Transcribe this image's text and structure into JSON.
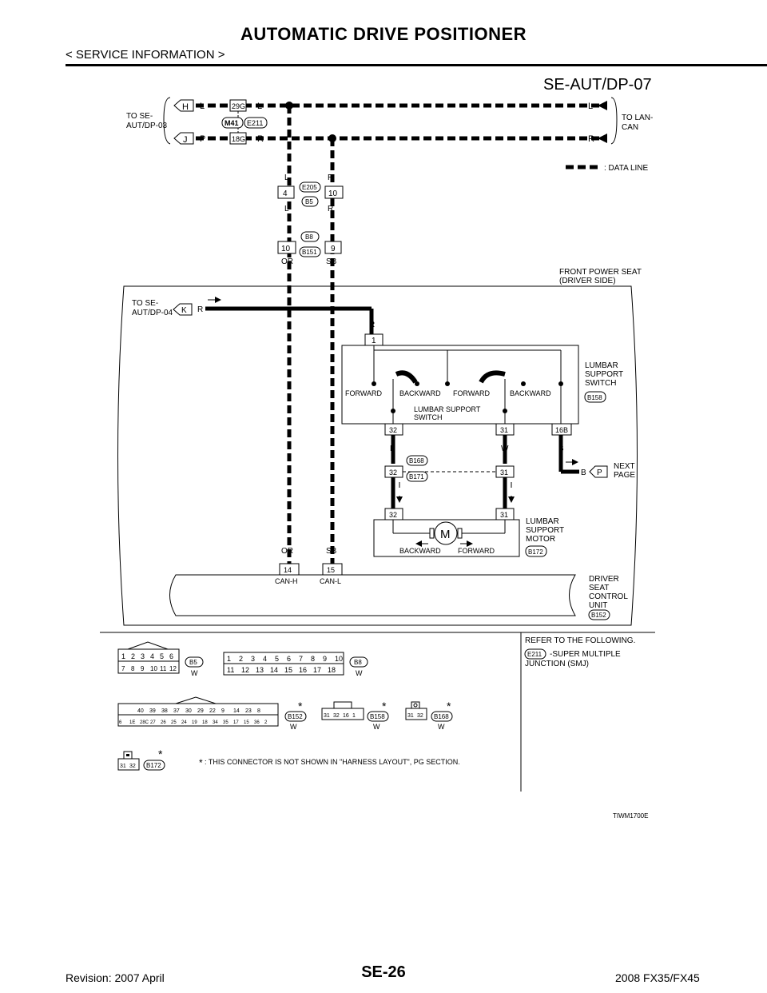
{
  "header": {
    "title": "AUTOMATIC DRIVE POSITIONER",
    "subtitle": "< SERVICE INFORMATION >"
  },
  "diagram": {
    "id": "SE-AUT/DP-07",
    "top_left_ref": [
      "TO SE-",
      "AUT/DP-03"
    ],
    "top_right_ref": [
      "TO LAN-",
      "CAN"
    ],
    "legend_data_line": ": DATA LINE",
    "letters": {
      "H": "H",
      "J": "J",
      "K": "K",
      "L": "L",
      "P": "P",
      "R": "R",
      "B": "B",
      "W": "W",
      "OR": "OR",
      "SB": "SB"
    },
    "connectors": {
      "c29G": "29G",
      "c18G": "18G",
      "cM41": "M41",
      "cE211": "E211",
      "cE205": "E205",
      "cB5": "B5",
      "cB8": "B8",
      "cB151": "B151",
      "cB158": "B158",
      "cB168": "B168",
      "cB171": "B171",
      "cB172": "B172",
      "cB152": "B152"
    },
    "pins": {
      "p4": "4",
      "p10": "10",
      "p9": "9",
      "p1": "1",
      "p32": "32",
      "p31": "31",
      "p16B": "16B",
      "p14": "14",
      "p15": "15"
    },
    "front_seat": [
      "FRONT POWER SEAT",
      "(DRIVER SIDE)"
    ],
    "ref_04": [
      "TO SE-",
      "AUT/DP-04"
    ],
    "switch_labels": {
      "forward1": "FORWARD",
      "backward1": "BACKWARD",
      "forward2": "FORWARD",
      "backward2": "BACKWARD",
      "inner1": "LUMBAR SUPPORT",
      "inner2": "SWITCH"
    },
    "lumbar_switch": [
      "LUMBAR",
      "SUPPORT",
      "SWITCH"
    ],
    "next_page": [
      "NEXT",
      "PAGE"
    ],
    "motor_symbol": "M",
    "motor_backward": "BACKWARD",
    "motor_forward": "FORWARD",
    "lumbar_motor": [
      "LUMBAR",
      "SUPPORT",
      "MOTOR"
    ],
    "can_h": "CAN-H",
    "can_l": "CAN-L",
    "driver_unit": [
      "DRIVER",
      "SEAT",
      "CONTROL",
      "UNIT"
    ],
    "refer": [
      "REFER TO THE FOLLOWING.",
      "-SUPER MULTIPLE",
      "JUNCTION (SMJ)"
    ],
    "note_star": "*",
    "note_text": ": THIS CONNECTOR IS NOT SHOWN IN \"HARNESS LAYOUT\", PG SECTION.",
    "image_code": "TIWM1700E",
    "b5_top": [
      "1",
      "2",
      "3",
      "4",
      "5",
      "6"
    ],
    "b5_bot": [
      "7",
      "8",
      "9",
      "10",
      "11",
      "12"
    ],
    "b8_top": [
      "1",
      "2",
      "3",
      "4",
      "5",
      "6",
      "7",
      "8",
      "9",
      "10"
    ],
    "b8_bot": [
      "11",
      "12",
      "13",
      "14",
      "15",
      "16",
      "17",
      "18"
    ],
    "b152_top": [
      "40",
      "39",
      "38",
      "37",
      "30",
      "29",
      "22",
      "9",
      "14",
      "23",
      "8"
    ],
    "b152_bot": [
      "6",
      "1E",
      "28C",
      "27",
      "26",
      "25",
      "24",
      "19",
      "18",
      "34",
      "35",
      "17",
      "15",
      "36",
      "2"
    ],
    "b158_pins": [
      "31",
      "32",
      "16",
      "1"
    ],
    "b168_pins": [
      "31",
      "32"
    ],
    "b172_pins": [
      "31",
      "32"
    ]
  },
  "footer": {
    "revision": "Revision: 2007 April",
    "page": "SE-26",
    "model": "2008 FX35/FX45"
  }
}
